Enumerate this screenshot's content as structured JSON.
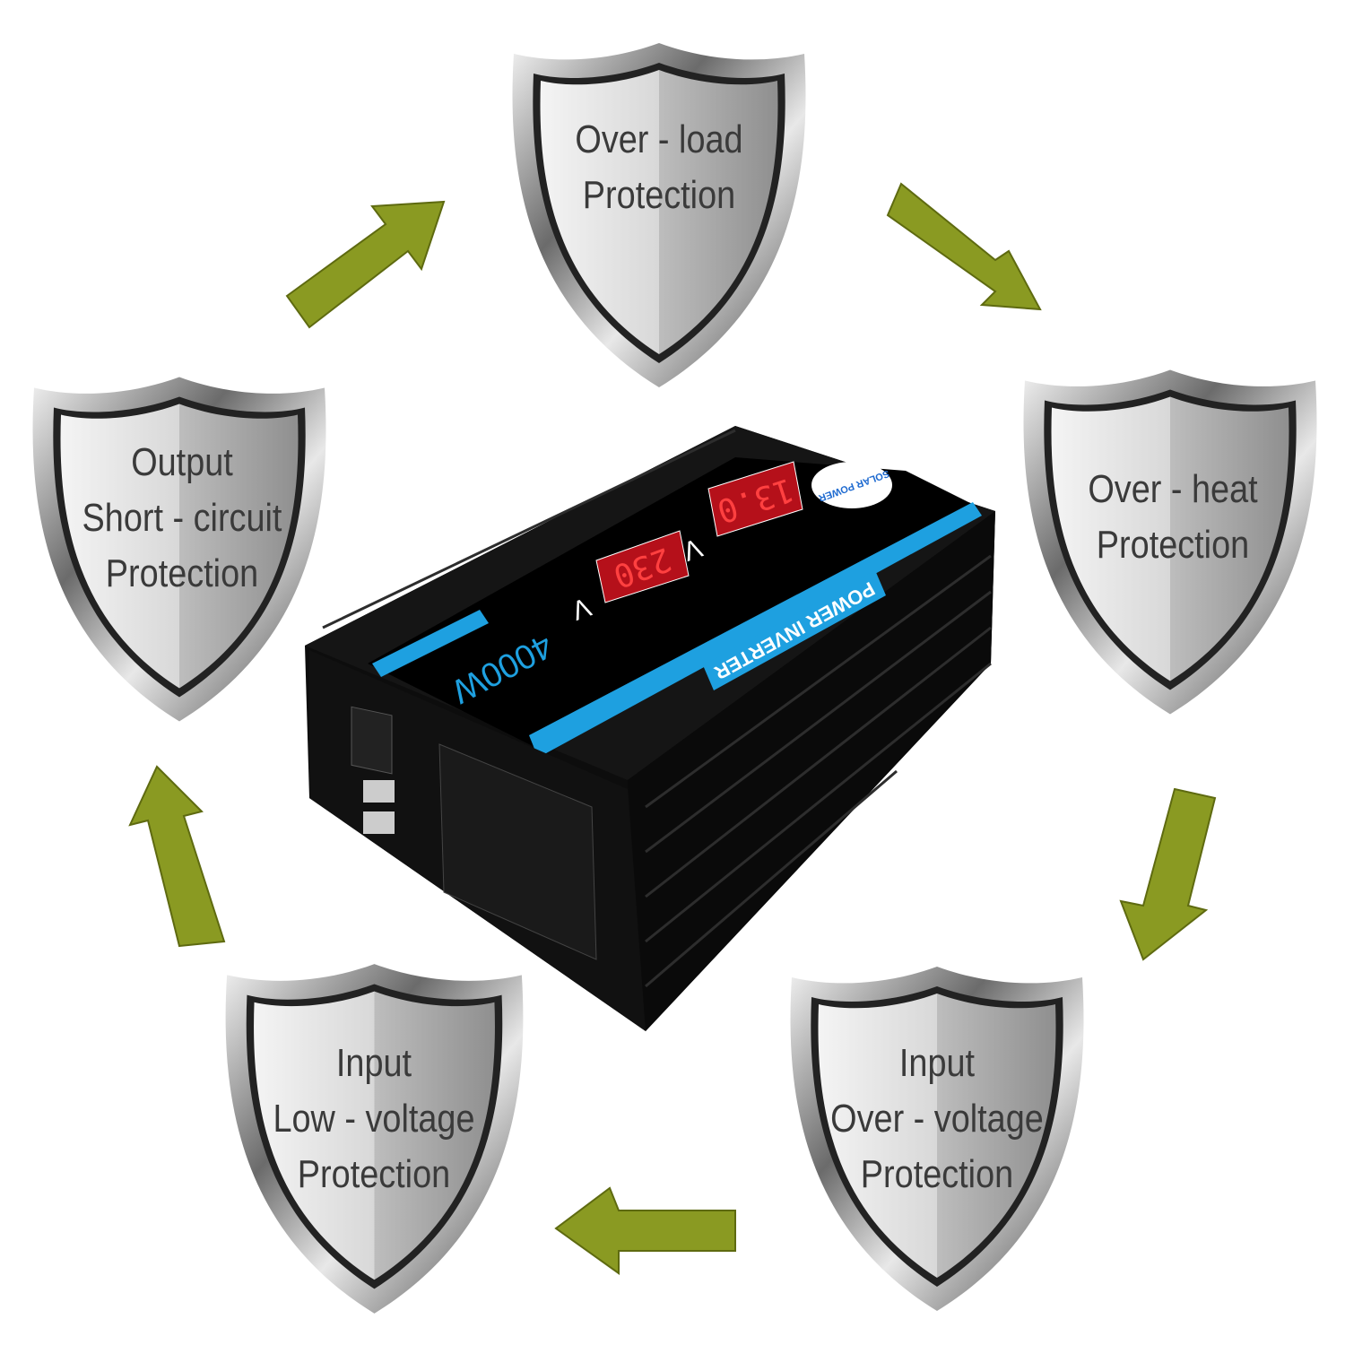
{
  "shields": [
    {
      "id": "overload",
      "lines": [
        "Over - load",
        "Protection"
      ]
    },
    {
      "id": "overheat",
      "lines": [
        "Over - heat",
        "Protection"
      ]
    },
    {
      "id": "input-overvoltage",
      "lines": [
        "Input",
        "Over - voltage",
        "Protection"
      ]
    },
    {
      "id": "input-lowvoltage",
      "lines": [
        "Input",
        "Low - voltage",
        "Protection"
      ]
    },
    {
      "id": "output-shortcircuit",
      "lines": [
        "Output",
        "Short - circuit",
        "Protection"
      ]
    }
  ],
  "inverter": {
    "title": "POWER INVERTER",
    "power": "4000W",
    "display_input": "13.0",
    "display_output": "230",
    "unit": "V",
    "brand": "SOLAR POWER"
  },
  "colors": {
    "arrow": "#8a9a22",
    "shield_text": "#3a3a3a",
    "inverter_body": "#111111",
    "accent": "#1ea0e0",
    "display": "#e0141e"
  }
}
